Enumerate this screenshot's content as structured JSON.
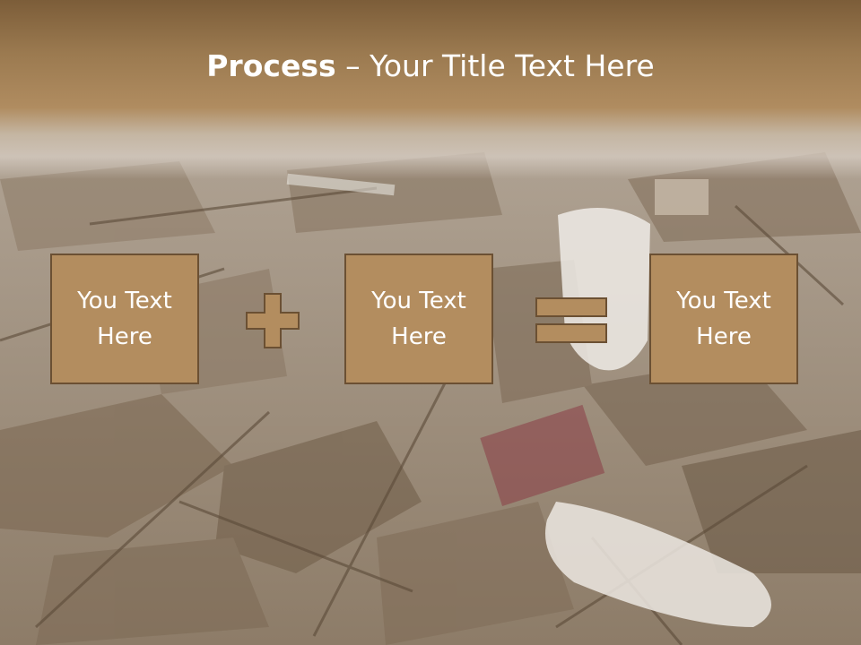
{
  "slide": {
    "title_bold": "Process",
    "title_dash": " – ",
    "title_rest": "Your Title Text Here",
    "boxes": [
      {
        "text": "You Text Here"
      },
      {
        "text": "You Text Here"
      },
      {
        "text": "You Text Here"
      }
    ],
    "operators": [
      "plus-icon",
      "equals-icon"
    ]
  },
  "colors": {
    "box_fill": "#b38d5f",
    "box_border": "#6b5033",
    "header_brown": "#8b6a42",
    "text": "#ffffff"
  }
}
